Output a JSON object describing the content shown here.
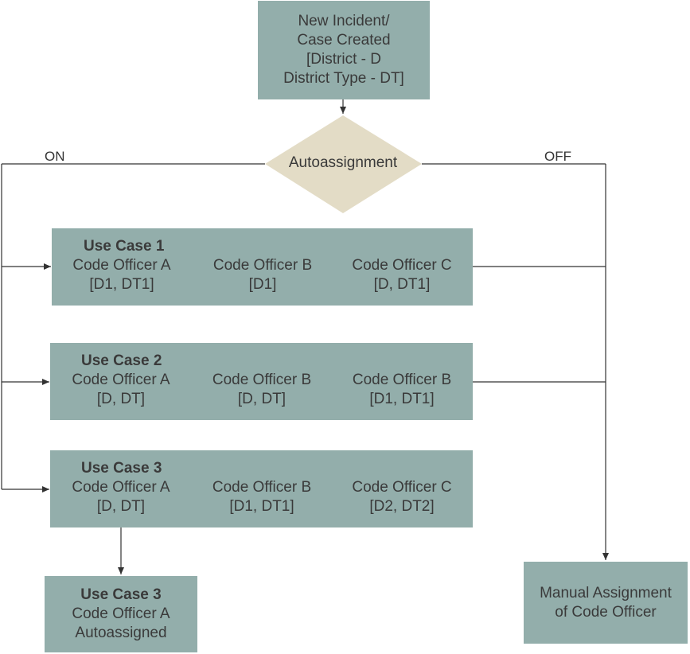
{
  "start": {
    "lines": [
      "New Incident/",
      "Case Created",
      "[District - D",
      "District Type - DT]"
    ]
  },
  "decision": {
    "label": "Autoassignment",
    "on_label": "ON",
    "off_label": "OFF"
  },
  "use_cases": [
    {
      "title": "Use Case 1",
      "officers": [
        {
          "name": "Code Officer A",
          "codes": "[D1, DT1]"
        },
        {
          "name": "Code Officer B",
          "codes": "[D1]"
        },
        {
          "name": "Code Officer C",
          "codes": "[D, DT1]"
        }
      ]
    },
    {
      "title": "Use Case 2",
      "officers": [
        {
          "name": "Code Officer A",
          "codes": "[D, DT]"
        },
        {
          "name": "Code Officer B",
          "codes": "[D, DT]"
        },
        {
          "name": "Code Officer B",
          "codes": "[D1, DT1]"
        }
      ]
    },
    {
      "title": "Use Case 3",
      "officers": [
        {
          "name": "Code Officer A",
          "codes": "[D, DT]"
        },
        {
          "name": "Code Officer B",
          "codes": "[D1, DT1]"
        },
        {
          "name": "Code Officer C",
          "codes": "[D2, DT2]"
        }
      ]
    }
  ],
  "result": {
    "title": "Use Case 3",
    "line1": "Code Officer A",
    "line2": "Autoassigned"
  },
  "manual": {
    "line1": "Manual Assignment",
    "line2": "of Code Officer"
  },
  "colors": {
    "box": "#93AEAB",
    "diamond": "#E3DCC6",
    "line": "#333333"
  }
}
